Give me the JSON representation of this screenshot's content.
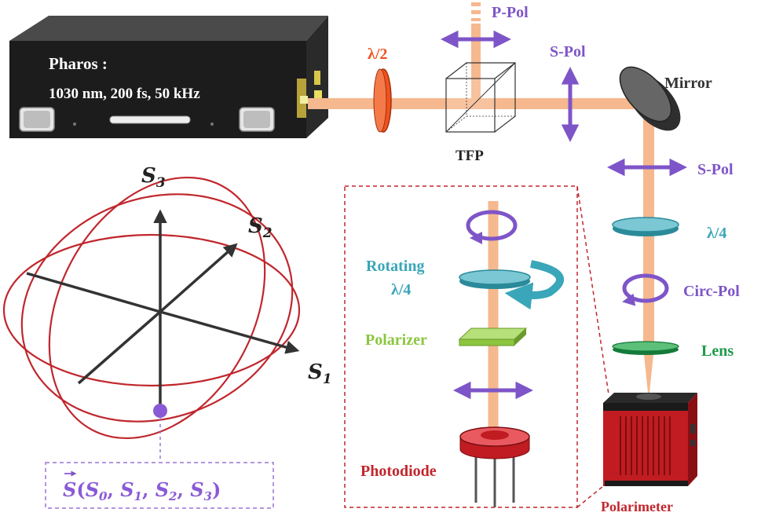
{
  "laser": {
    "name": "Pharos :",
    "specs": "1030 nm, 200 fs, 50 kHz"
  },
  "components": {
    "half_wave_plate": "λ/2",
    "tfp": "TFP",
    "p_pol": "P-Pol",
    "s_pol_top": "S-Pol",
    "mirror": "Mirror",
    "s_pol_right": "S-Pol",
    "quarter_wave_plate": "λ/4",
    "circ_pol": "Circ-Pol",
    "lens": "Lens",
    "polarimeter": "Polarimeter"
  },
  "polarimeter_inset": {
    "rotating_line1": "Rotating",
    "rotating_line2": "λ/4",
    "polarizer": "Polarizer",
    "photodiode": "Photodiode"
  },
  "poincare": {
    "s1_base": "S",
    "s1_sub": "1",
    "s2_base": "S",
    "s2_sub": "2",
    "s3_base": "S",
    "s3_sub": "3",
    "stokes_vector": {
      "s_base": "S",
      "open": "(",
      "s0": "S",
      "s0_sub": "0",
      "comma1": ", ",
      "s1": "S",
      "s1_sub": "1",
      "comma2": ", ",
      "s2": "S",
      "s2_sub": "2",
      "comma3": ", ",
      "s3": "S",
      "s3_sub": "3",
      "close": ")"
    }
  },
  "colors": {
    "beam": "#f6b88e",
    "polarization": "#7e55c8",
    "sphere": "#c0272d",
    "axis": "#333333",
    "teal_label": "#3aa6b9",
    "green_label": "#8cc63f",
    "lens_label": "#1e9a4a",
    "red_label": "#c1272d",
    "orange_label": "#f0531f",
    "dashed_box": "#c0272d",
    "stokes_box": "#9b74d6"
  }
}
